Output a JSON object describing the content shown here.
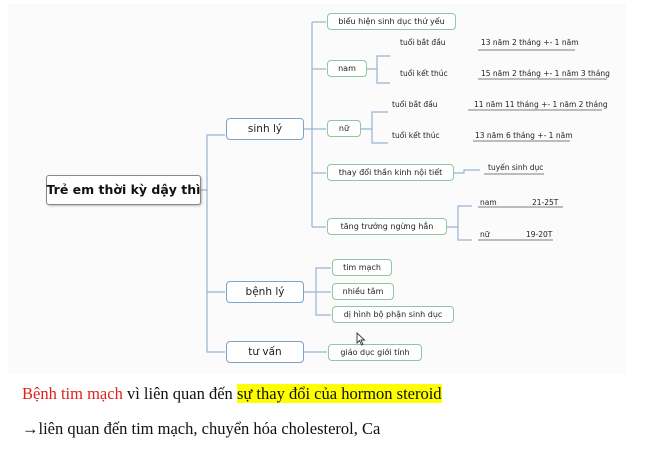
{
  "mindmap": {
    "root": "Trẻ em thời kỳ dậy thì",
    "sinh_ly": {
      "label": "sinh lý",
      "bieu_hien": "biểu hiện sinh dục thứ yếu",
      "nam": {
        "label": "nam",
        "start_label": "tuổi bắt đầu",
        "start_value": "13 năm 2 tháng +- 1 năm",
        "end_label": "tuổi kết thúc",
        "end_value": "15 năm 2 tháng +- 1 năm 3 tháng"
      },
      "nu": {
        "label": "nữ",
        "start_label": "tuổi bắt đầu",
        "start_value": "11 năm 11 tháng +- 1 năm 2 tháng",
        "end_label": "tuổi kết thúc",
        "end_value": "13 năm 6 tháng +- 1 năm"
      },
      "noi_tiet": {
        "label": "thay đổi thần kinh nội tiết",
        "child": "tuyến sinh dục"
      },
      "tang_truong": {
        "label": "tăng trưởng ngừng hẳn",
        "male_label": "nam",
        "male_value": "21-25T",
        "female_label": "nữ",
        "female_value": "19-20T"
      }
    },
    "benh_ly": {
      "label": "bệnh lý",
      "items": [
        "tim mạch",
        "nhiều tâm",
        "dị hình bộ phận sinh dục"
      ]
    },
    "tu_van": {
      "label": "tư vấn",
      "items": [
        "giáo dục giới tính"
      ]
    }
  },
  "notes": {
    "line1": {
      "red": "Bệnh tim mạch",
      "mid": " vì liên quan đến ",
      "highlight": "sự thay đổi của hormon steroid"
    },
    "line2": {
      "arrow": "→",
      "text": "liên quan đến tim mạch, chuyển hóa cholesterol, Ca"
    }
  },
  "colors": {
    "connector": "#9ab4d2",
    "node_border": "#8fc7a0",
    "branch_border": "#79a5c9",
    "red_text": "#e0201c",
    "highlight": "#ffff00"
  }
}
